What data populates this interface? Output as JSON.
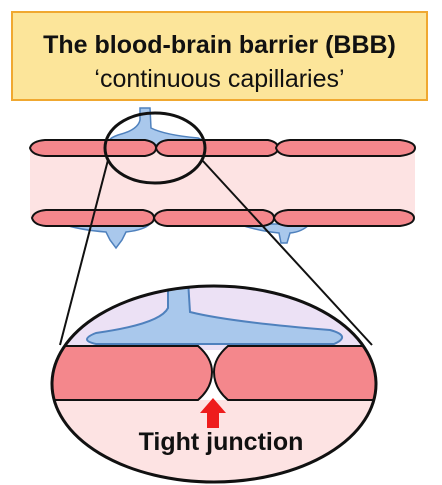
{
  "title": {
    "main": "The blood-brain barrier (BBB)",
    "subtitle": "‘continuous capillaries’"
  },
  "labels": {
    "tight_junction": "Tight junction"
  },
  "colors": {
    "title_fill": "#fce59a",
    "title_border": "#f0a830",
    "endothelial_cell": "#f4878c",
    "lumen": "#fde3e3",
    "astrocyte_foot": "#a9c8ec",
    "astrocyte_outline": "#4f81bd",
    "zoom_background": "#ece1f5",
    "arrow": "#ee1c1c"
  }
}
